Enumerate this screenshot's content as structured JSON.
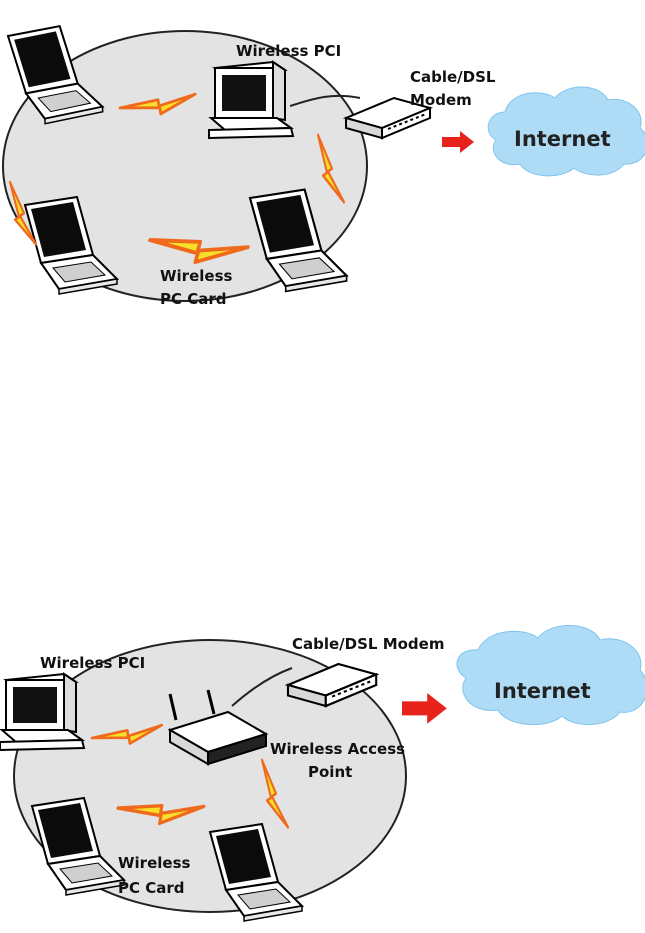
{
  "colors": {
    "ellipse_fill": "#e3e3e3",
    "cloud_fill": "#aedcf7",
    "arrow_red": "#e8231c",
    "bolt_yellow": "#f6e02a",
    "bolt_orange": "#ef6a1c"
  },
  "diagram_top": {
    "labels": {
      "wireless_pci": "Wireless PCI",
      "modem_line1": "Cable/DSL",
      "modem_line2": "Modem",
      "internet": "Internet",
      "pc_card_line1": "Wireless",
      "pc_card_line2": "PC Card"
    },
    "icons": [
      "laptop-icon",
      "desktop-pc-icon",
      "modem-icon",
      "cloud-icon",
      "arrow-right-icon",
      "lightning-icon"
    ]
  },
  "diagram_bottom": {
    "labels": {
      "wireless_pci": "Wireless PCI",
      "modem": "Cable/DSL Modem",
      "internet": "Internet",
      "access_point_line1": "Wireless Access",
      "access_point_line2": "Point",
      "pc_card_line1": "Wireless",
      "pc_card_line2": "PC Card"
    },
    "icons": [
      "laptop-icon",
      "desktop-pc-icon",
      "modem-icon",
      "access-point-icon",
      "cloud-icon",
      "arrow-right-icon",
      "lightning-icon"
    ]
  }
}
